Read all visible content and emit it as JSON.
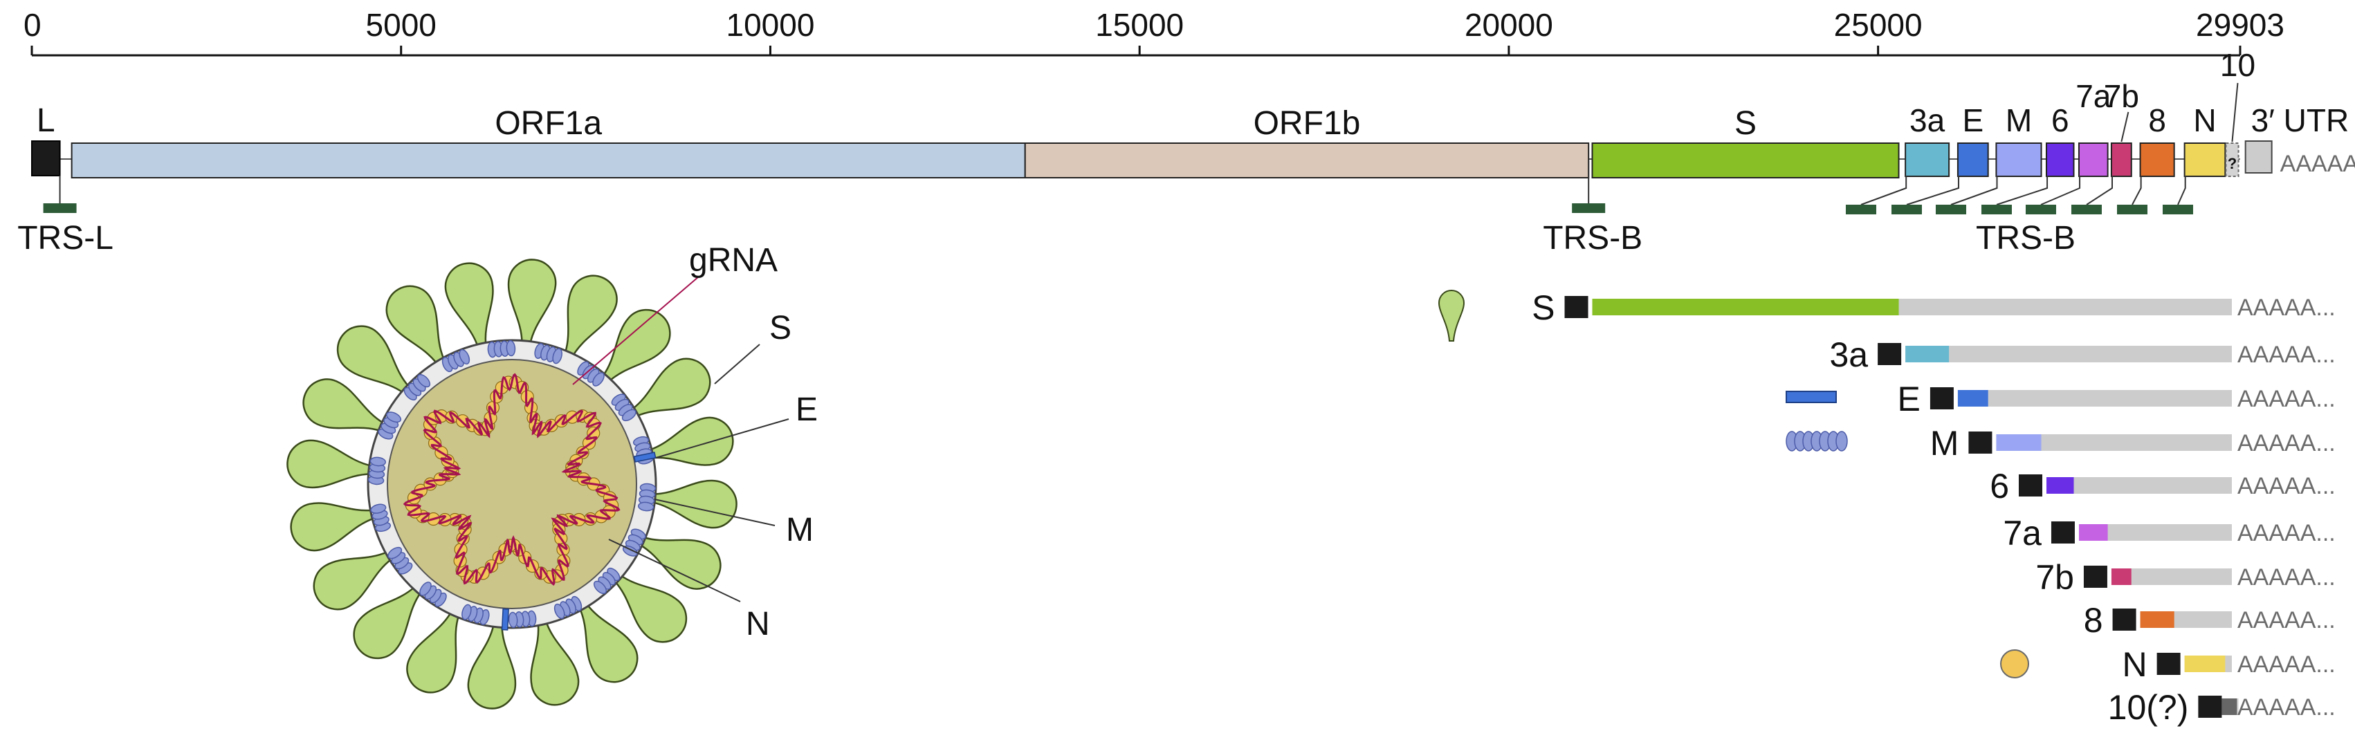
{
  "colors": {
    "ORF1a": "#bccfe2",
    "ORF1b": "#dcc8b8",
    "S": "#88bf26",
    "3a": "#68b8d0",
    "E": "#3f73d7",
    "M": "#9aa6f3",
    "6": "#6a2ee6",
    "7a": "#c562e4",
    "7b": "#c93c73",
    "8": "#e0702b",
    "N": "#eed65b",
    "10": "#d3d3d3",
    "leader": "#1b1b1b",
    "trs": "#2d5b38",
    "utr": "#cccccc",
    "body_gray": "#cccccc",
    "virion_spike": "#b9d97e",
    "virion_envelope": "#ebebeb",
    "virion_core": "#ccc58a",
    "rna_strand": "#a5124f",
    "nucleocapsid": "#f2c658",
    "membrane_protein": "#8d9bd9"
  },
  "axis": {
    "min": 0,
    "max": 29903,
    "ticks": [
      0,
      5000,
      10000,
      15000,
      20000,
      25000
    ],
    "tick_labels": [
      "0",
      "5000",
      "10000",
      "15000",
      "20000",
      "25000"
    ],
    "end_label": "29903"
  },
  "genome": {
    "L": {
      "label": "L",
      "start": 0,
      "end": 380
    },
    "orfs": [
      {
        "id": "ORF1a",
        "label": "ORF1a",
        "start": 540,
        "end": 13450
      },
      {
        "id": "ORF1b",
        "label": "ORF1b",
        "start": 13450,
        "end": 21080
      },
      {
        "id": "S",
        "label": "S",
        "start": 21130,
        "end": 25280
      },
      {
        "id": "3a",
        "label": "3a",
        "start": 25370,
        "end": 25960
      },
      {
        "id": "E",
        "label": "E",
        "start": 26080,
        "end": 26490
      },
      {
        "id": "M",
        "label": "M",
        "start": 26600,
        "end": 27210
      },
      {
        "id": "6",
        "label": "6",
        "start": 27280,
        "end": 27650
      },
      {
        "id": "7a",
        "label": "7a",
        "start": 27720,
        "end": 28110
      },
      {
        "id": "7b",
        "label": "7b",
        "start": 28160,
        "end": 28430
      },
      {
        "id": "8",
        "label": "8",
        "start": 28550,
        "end": 29010
      },
      {
        "id": "N",
        "label": "N",
        "start": 29150,
        "end": 29700
      },
      {
        "id": "10",
        "label": "?",
        "start": 29710,
        "end": 29880
      }
    ],
    "utr": {
      "label": "3′ UTR"
    },
    "polyA": "AAAAA...",
    "trs_l": {
      "label": "TRS-L",
      "pos": 380
    },
    "trs_b_s": {
      "label": "TRS-B",
      "pos": 21080
    },
    "trs_b_group": {
      "label": "TRS-B",
      "positions": [
        25380,
        26090,
        26610,
        27290,
        27730,
        28170,
        28560,
        29160
      ]
    }
  },
  "virion": {
    "gRNA_label": "gRNA",
    "labels": {
      "S": "S",
      "E": "E",
      "M": "M",
      "N": "N"
    }
  },
  "sgRNAs": [
    {
      "label": "S",
      "orf": "S",
      "body_start": 21130,
      "orf_end": 25280
    },
    {
      "label": "3a",
      "orf": "3a",
      "body_start": 25370,
      "orf_end": 25960
    },
    {
      "label": "E",
      "orf": "E",
      "body_start": 26080,
      "orf_end": 26490
    },
    {
      "label": "M",
      "orf": "M",
      "body_start": 26600,
      "orf_end": 27210
    },
    {
      "label": "6",
      "orf": "6",
      "body_start": 27280,
      "orf_end": 27650
    },
    {
      "label": "7a",
      "orf": "7a",
      "body_start": 27720,
      "orf_end": 28110
    },
    {
      "label": "7b",
      "orf": "7b",
      "body_start": 28160,
      "orf_end": 28430
    },
    {
      "label": "8",
      "orf": "8",
      "body_start": 28550,
      "orf_end": 29010
    },
    {
      "label": "N",
      "orf": "N",
      "body_start": 29150,
      "orf_end": 29700
    },
    {
      "label": "10(?)",
      "orf": "10",
      "body_start": 29710,
      "orf_end": 29880
    }
  ]
}
